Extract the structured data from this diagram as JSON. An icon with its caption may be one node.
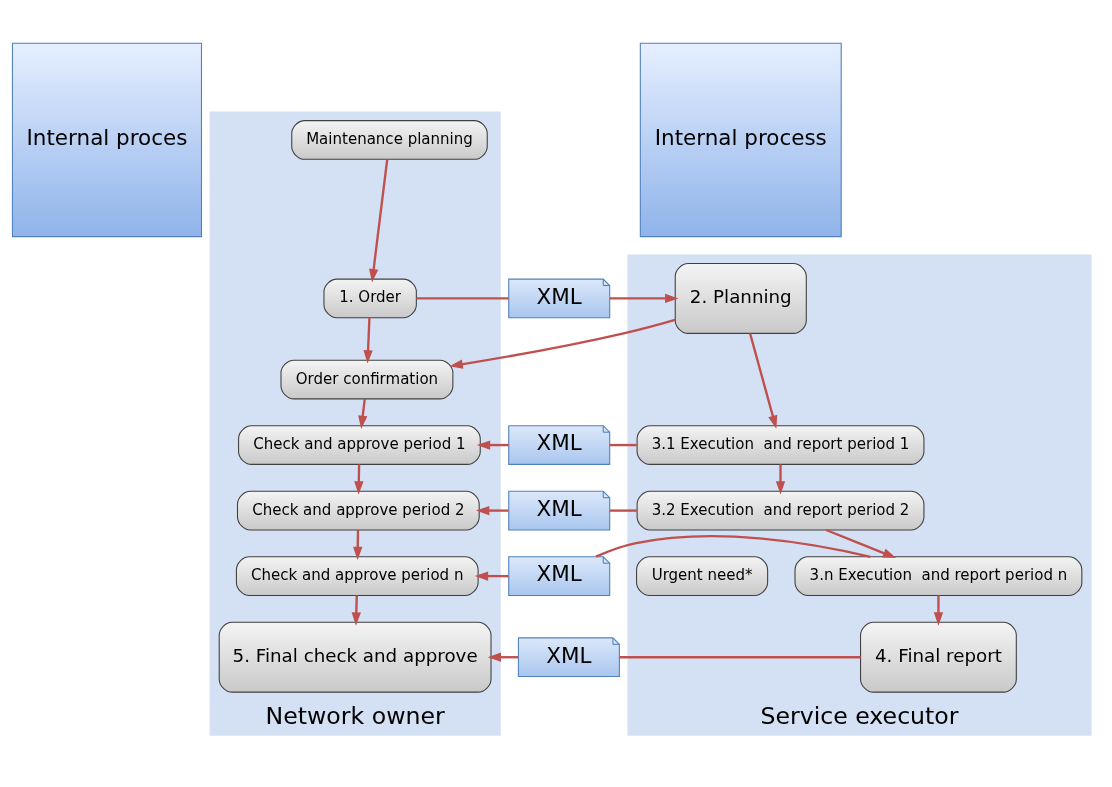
{
  "diagram": {
    "nodes": [
      {
        "text": [
          "Network owner"
        ]
      },
      {
        "text": [
          "Maintenance planning"
        ],
        "in": 0
      },
      {
        "text": [
          "1. Order"
        ],
        "in": 0
      },
      {
        "text": [
          "Order confirmation"
        ],
        "in": 0
      },
      {
        "text": [
          "Check and approve period 1"
        ],
        "in": 0
      },
      {
        "text": [
          "Check and approve period 2"
        ],
        "in": 0
      },
      {
        "text": [
          "Check and approve period n"
        ],
        "in": 0
      },
      {
        "text": [
          "5. Final check and approve"
        ],
        "in": 0
      },
      {
        "text": [
          "Service executor"
        ]
      },
      {
        "text": [
          "2. Planning"
        ],
        "in": 8
      },
      {
        "text": [
          "3.1 Execution  and report period 1"
        ],
        "in": 8
      },
      {
        "text": [
          "3.2 Execution  and report period 2"
        ],
        "in": 8
      },
      {
        "text": [
          "Urgent need*"
        ],
        "in": 8
      },
      {
        "text": [
          "3.n Execution  and report period n"
        ],
        "in": 8
      },
      {
        "text": [
          "4. Final report"
        ],
        "in": 8
      },
      {
        "text": [
          "XML"
        ]
      },
      {
        "text": [
          "XML"
        ]
      },
      {
        "text": [
          "XML"
        ]
      },
      {
        "text": [
          "XML"
        ]
      },
      {
        "text": [
          "XML"
        ]
      },
      {
        "text": [
          "Internal proces"
        ]
      },
      {
        "text": [
          "Internal process"
        ]
      }
    ],
    "edges": [
      {
        "from": 1,
        "to": 2,
        "arrow": "to"
      },
      {
        "from": 2,
        "to": 3,
        "arrow": "to"
      },
      {
        "from": 3,
        "to": 4,
        "arrow": "to"
      },
      {
        "from": 4,
        "to": 5,
        "arrow": "to"
      },
      {
        "from": 5,
        "to": 6,
        "arrow": "to"
      },
      {
        "from": 6,
        "to": 7,
        "arrow": "to"
      },
      {
        "from": 9,
        "to": 10,
        "arrow": "to"
      },
      {
        "from": 10,
        "to": 11,
        "arrow": "to"
      },
      {
        "from": 11,
        "to": 13,
        "arrow": "to"
      },
      {
        "from": 13,
        "to": 14,
        "arrow": "to"
      },
      {
        "from": 2,
        "to": 15,
        "arrow": "none"
      },
      {
        "from": 15,
        "to": 9,
        "arrow": "to"
      },
      {
        "from": 9,
        "to": 3,
        "arrow": "to"
      },
      {
        "from": 10,
        "to": 16,
        "arrow": "none"
      },
      {
        "from": 16,
        "to": 4,
        "arrow": "to"
      },
      {
        "from": 11,
        "to": 17,
        "arrow": "none"
      },
      {
        "from": 17,
        "to": 5,
        "arrow": "to"
      },
      {
        "from": 13,
        "to": 18,
        "arrow": "none"
      },
      {
        "from": 18,
        "to": 6,
        "arrow": "to"
      },
      {
        "from": 14,
        "to": 19,
        "arrow": "none"
      },
      {
        "from": 19,
        "to": 7,
        "arrow": "to"
      }
    ]
  }
}
